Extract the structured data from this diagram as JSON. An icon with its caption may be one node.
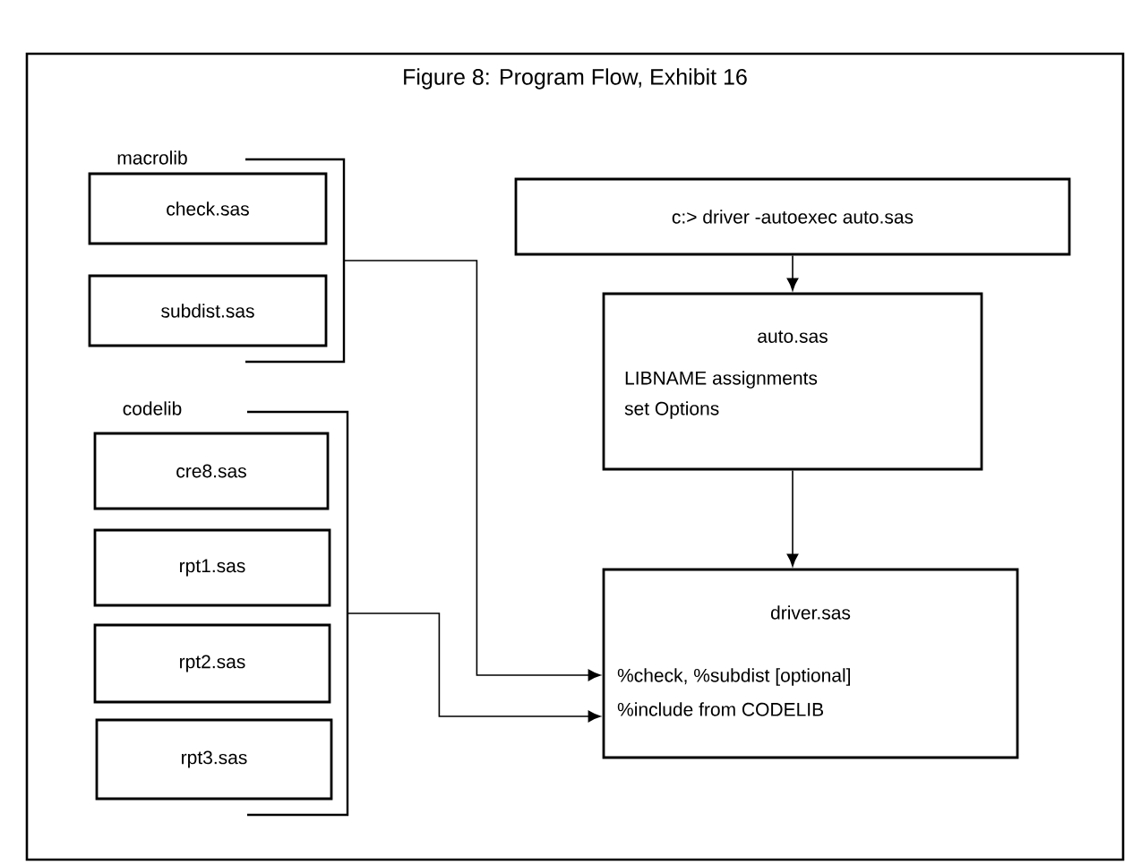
{
  "diagram": {
    "title": "Figure 8: Program Flow, Exhibit 16",
    "nodes": [
      {
        "text": [
          "macrolib"
        ]
      },
      {
        "text": [
          "check.sas"
        ],
        "in": 0
      },
      {
        "text": [
          "subdist.sas"
        ],
        "in": 0
      },
      {
        "text": [
          "codelib"
        ]
      },
      {
        "text": [
          "cre8.sas"
        ],
        "in": 3
      },
      {
        "text": [
          "rpt1.sas"
        ],
        "in": 3
      },
      {
        "text": [
          "rpt2.sas"
        ],
        "in": 3
      },
      {
        "text": [
          "rpt3.sas"
        ],
        "in": 3
      },
      {
        "text": [
          "c:> driver -autoexec auto.sas"
        ]
      },
      {
        "text": [
          "auto.sas",
          "LIBNAME assignments",
          "set Options"
        ]
      },
      {
        "text": [
          "driver.sas",
          "%check, %subdist [optional]",
          "%include from CODELIB"
        ]
      }
    ],
    "edges": [
      {
        "from": 8,
        "to": 9,
        "arrow": "to"
      },
      {
        "from": 9,
        "to": 10,
        "arrow": "to"
      },
      {
        "from": 0,
        "to": 10,
        "arrow": "to"
      },
      {
        "from": 3,
        "to": 10,
        "arrow": "to"
      }
    ]
  }
}
